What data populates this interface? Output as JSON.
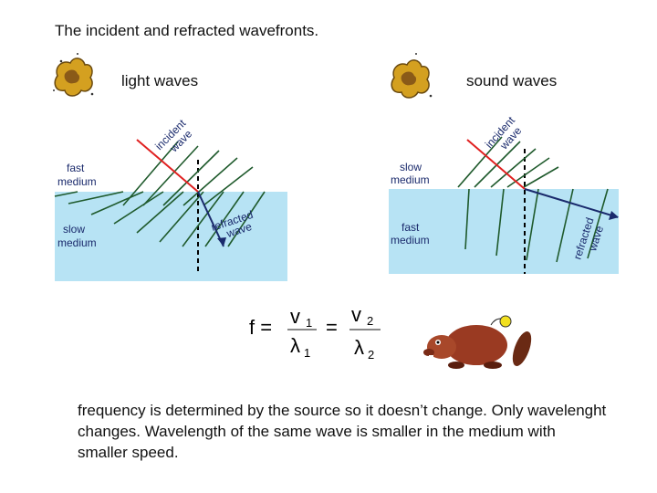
{
  "title": "The incident and refracted wavefronts.",
  "light": {
    "caption": "light waves",
    "top_medium": [
      "fast",
      "medium"
    ],
    "bottom_medium": [
      "slow",
      "medium"
    ],
    "incident": [
      "incident",
      "wave"
    ],
    "refracted": [
      "refracted",
      "wave"
    ]
  },
  "sound": {
    "caption": "sound waves",
    "top_medium": [
      "slow",
      "medium"
    ],
    "bottom_medium": [
      "fast",
      "medium"
    ],
    "incident": [
      "incident",
      "wave"
    ],
    "refracted": [
      "refracted",
      "wave"
    ]
  },
  "formula": {
    "lhs": "f =",
    "num1": "v",
    "num1_sub": "1",
    "den1": "λ",
    "den1_sub": "1",
    "eq": "=",
    "num2": "v",
    "num2_sub": "2",
    "den2": "λ",
    "den2_sub": "2"
  },
  "explanation": "frequency is determined by the source so it doesn’t change. Only wavelenght changes. Wavelength of the same wave is smaller in the medium with smaller speed.",
  "colors": {
    "water": "#b7e3f4",
    "wavefront": "#1f5a2c",
    "ray": "#e02020",
    "ray_refracted": "#1a2a6c",
    "normal": "#000000"
  },
  "icons": [
    "explosion-icon",
    "beaver-icon"
  ]
}
